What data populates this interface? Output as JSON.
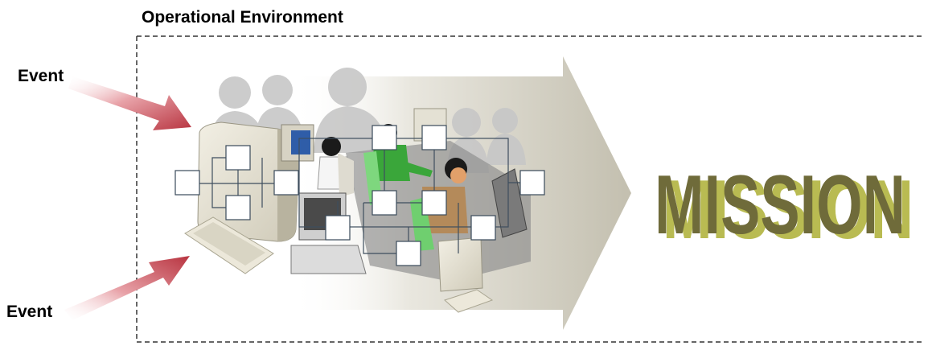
{
  "environment": {
    "title": "Operational Environment"
  },
  "events": [
    {
      "label": "Event"
    },
    {
      "label": "Event"
    }
  ],
  "mission": {
    "label": "MISSION",
    "front_color": "#6f6b3a",
    "side_color": "#b9bb52"
  },
  "colors": {
    "boundary": "#333333",
    "event_arrow": "#c8454f",
    "big_arrow": "#c9c6b8",
    "silhouette": "#c8c8c8",
    "node_fill": "#ffffff",
    "node_stroke": "#3a4a5a"
  }
}
